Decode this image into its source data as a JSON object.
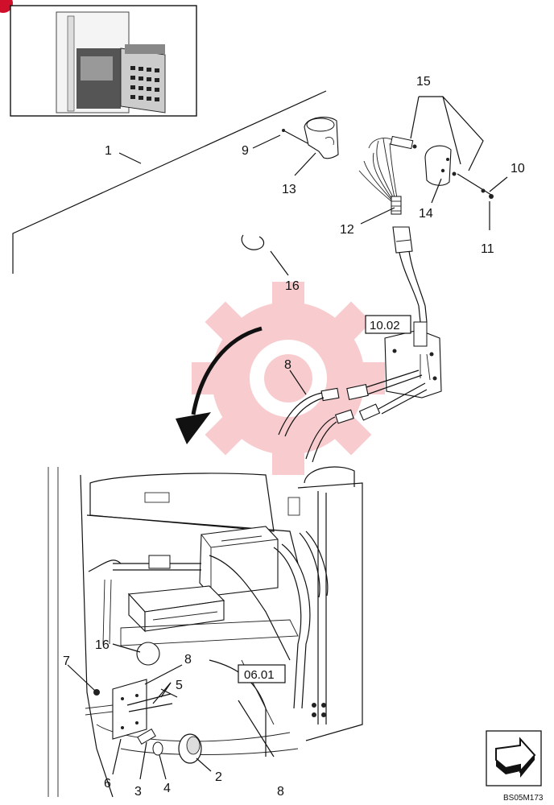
{
  "callouts": {
    "c1": "1",
    "c2": "2",
    "c3": "3",
    "c4": "4",
    "c5": "5",
    "c6": "6",
    "c7": "7",
    "c8a": "8",
    "c8b": "8",
    "c8c": "8",
    "c9": "9",
    "c10": "10",
    "c11": "11",
    "c12": "12",
    "c13": "13",
    "c14": "14",
    "c15": "15",
    "c16a": "16",
    "c16b": "16"
  },
  "references": {
    "ref_top": "10.02",
    "ref_bottom": "06.01"
  },
  "drawing_code": "BS05M173",
  "icons": {
    "nav": "next-page-arrow-icon",
    "badge": "corner-badge-icon"
  },
  "colors": {
    "watermark": "#f4a3a8",
    "badge": "#d0102a",
    "ink": "#111111"
  }
}
